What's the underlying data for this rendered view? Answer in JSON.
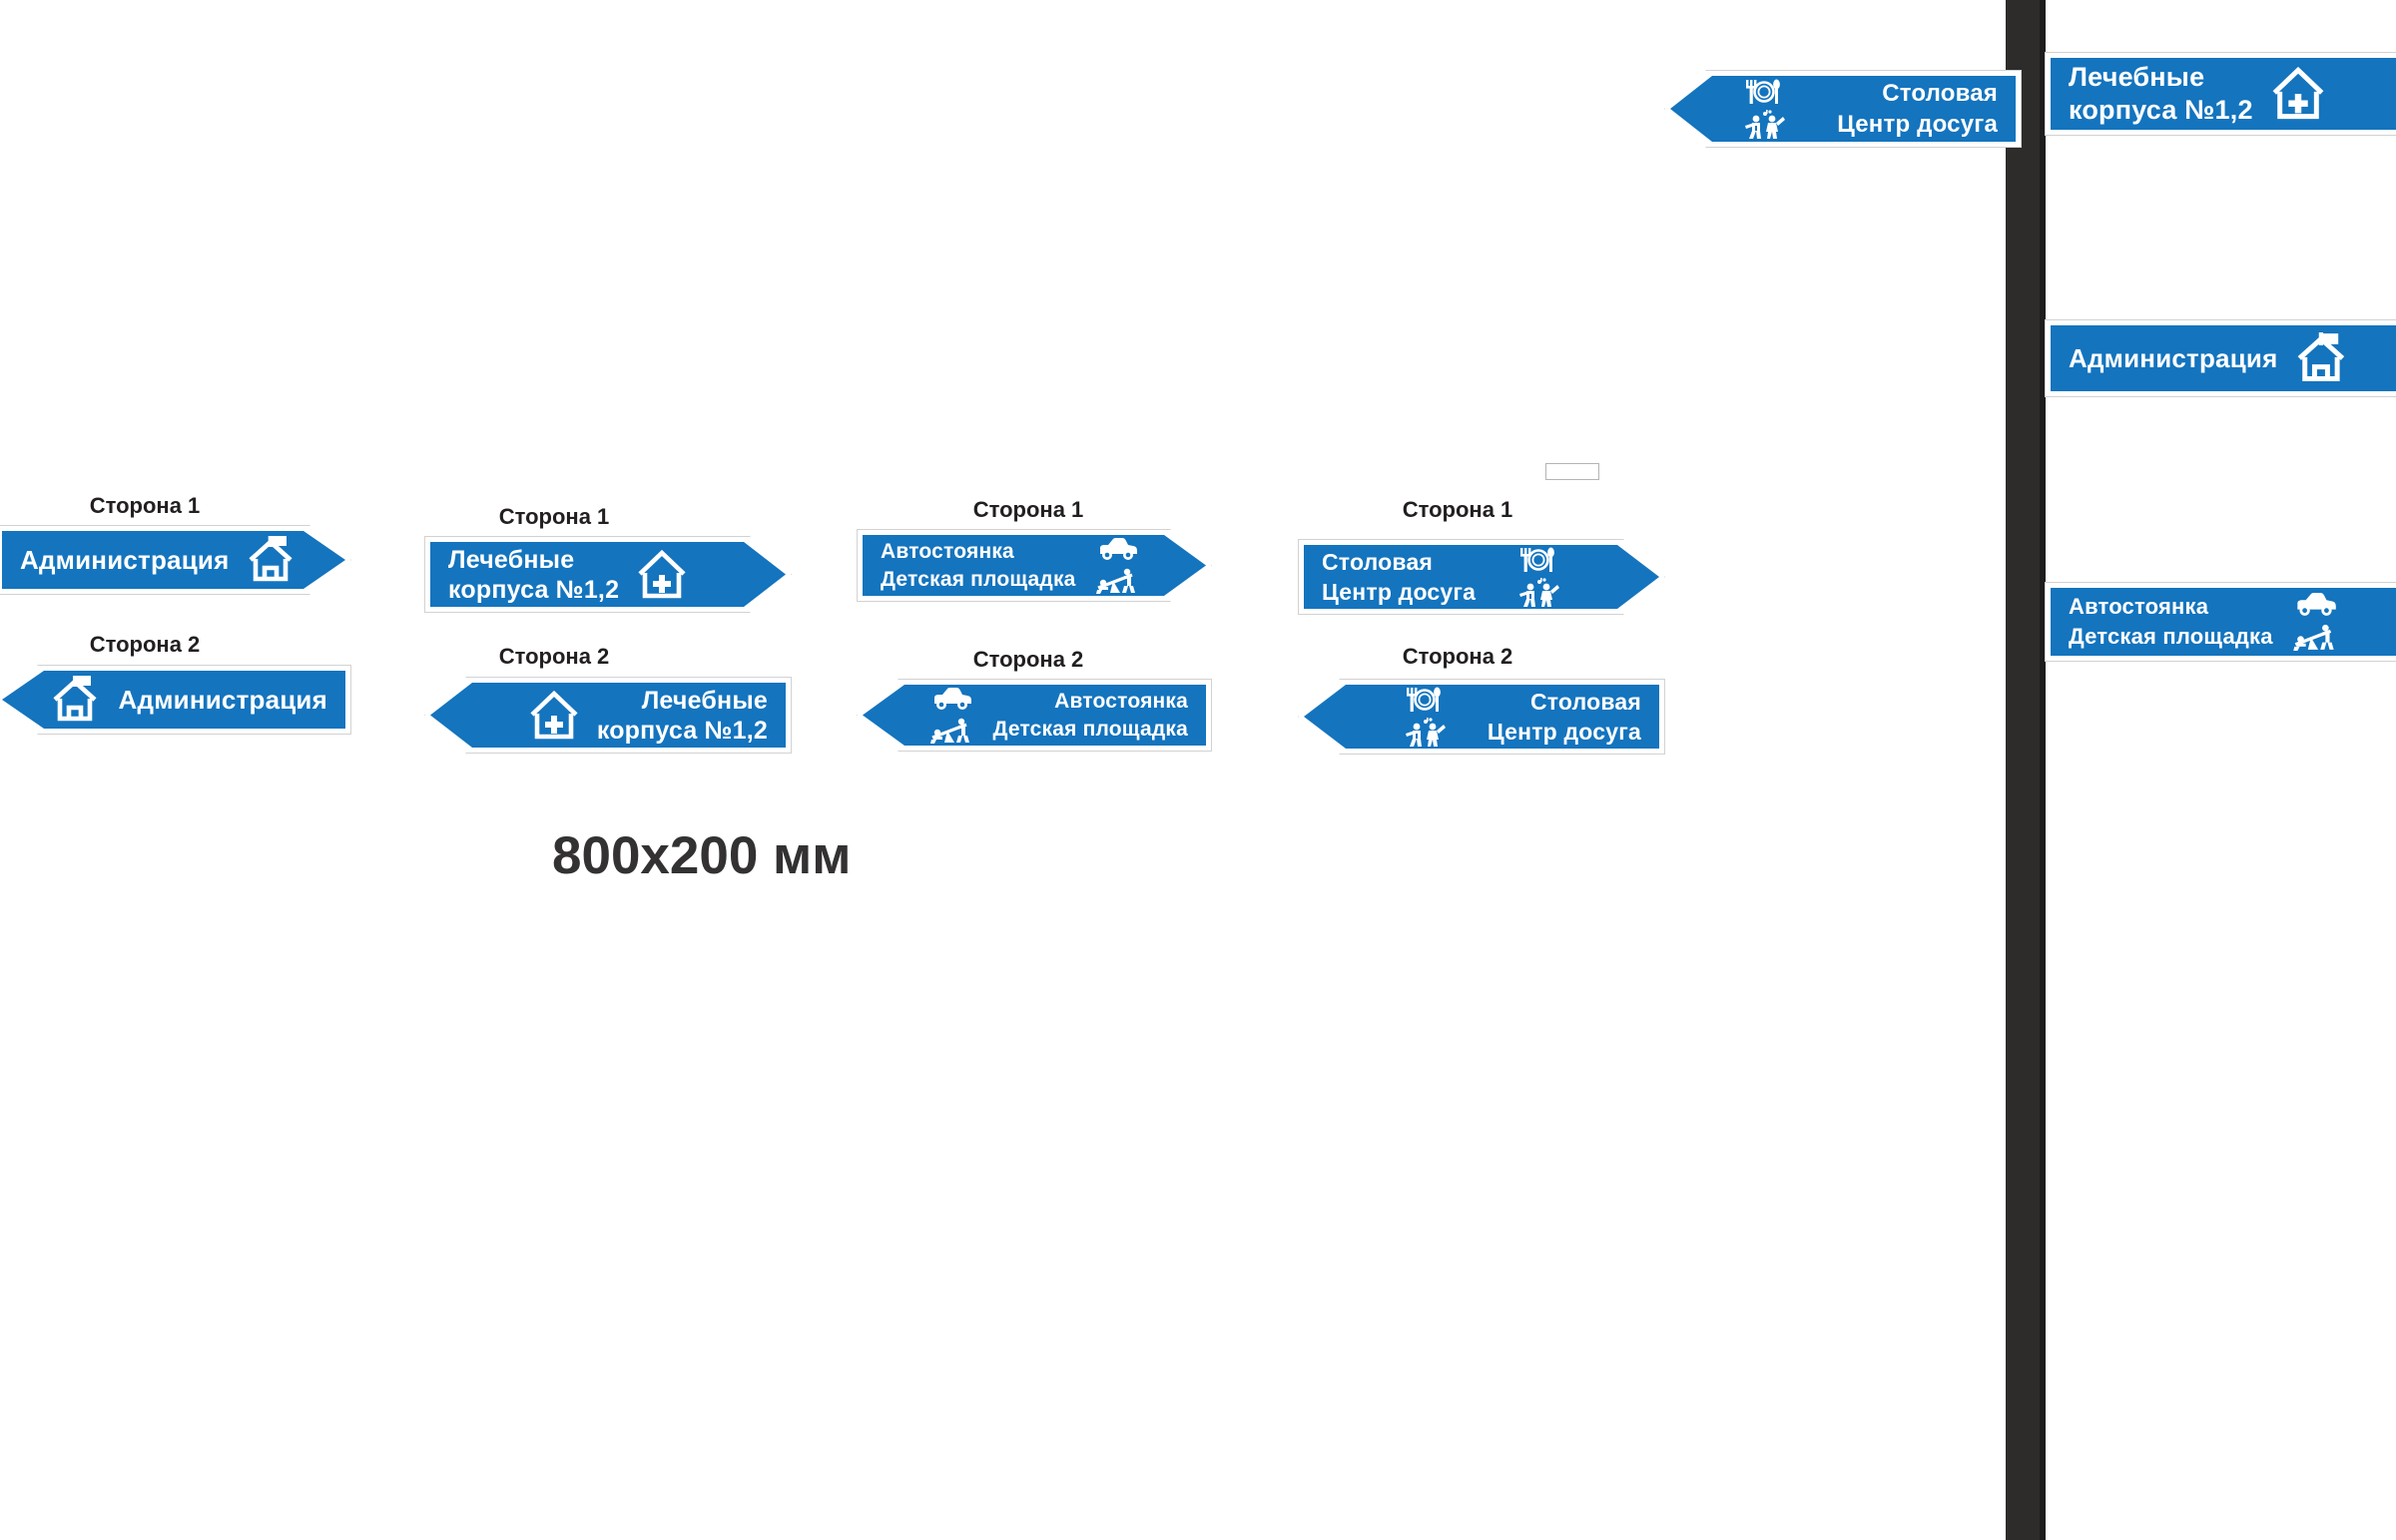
{
  "page": {
    "background": "#ffffff",
    "sign_blue": "#1474be",
    "sign_border": "#d2d2d2",
    "text_color": "#ffffff",
    "caption_color": "#231f20",
    "pole_color": "#2d2c2b",
    "dimension_label": "800x200 мм"
  },
  "captions": {
    "side1": "Сторона 1",
    "side2": "Сторона 2"
  },
  "sign_groups": [
    {
      "id": "administration",
      "side1_caption": "Сторона 1",
      "side2_caption": "Сторона 2",
      "lines": [
        "Администрация"
      ],
      "icons": [
        "house-flag-icon"
      ]
    },
    {
      "id": "medical-buildings",
      "side1_caption": "Сторона 1",
      "side2_caption": "Сторона 2",
      "lines": [
        "Лечебные",
        "корпуса №1,2"
      ],
      "icons": [
        "house-cross-icon"
      ]
    },
    {
      "id": "parking-playground",
      "side1_caption": "Сторона 1",
      "side2_caption": "Сторона 2",
      "lines": [
        "Автостоянка",
        "Детская площадка"
      ],
      "icons": [
        "car-icon",
        "seesaw-icon"
      ]
    },
    {
      "id": "canteen-leisure",
      "side1_caption": "Сторона 1",
      "side2_caption": "Сторона 2",
      "lines": [
        "Столовая",
        "Центр досуга"
      ],
      "icons": [
        "cutlery-icon",
        "dancing-icon"
      ]
    }
  ],
  "mockup": {
    "pole_signs": [
      {
        "id": "canteen-leisure-left",
        "direction": "left",
        "lines": [
          "Столовая",
          "Центр досуга"
        ],
        "icons": [
          "cutlery-icon",
          "dancing-icon"
        ]
      },
      {
        "id": "medical-buildings-right",
        "direction": "right",
        "lines": [
          "Лечебные",
          "корпуса №1,2"
        ],
        "icons": [
          "house-cross-icon"
        ]
      },
      {
        "id": "administration-right",
        "direction": "right",
        "lines": [
          "Администрация"
        ],
        "icons": [
          "house-flag-icon"
        ]
      },
      {
        "id": "parking-playground-right",
        "direction": "right",
        "lines": [
          "Автостоянка",
          "Детская площадка"
        ],
        "icons": [
          "car-icon",
          "seesaw-icon"
        ]
      }
    ]
  }
}
